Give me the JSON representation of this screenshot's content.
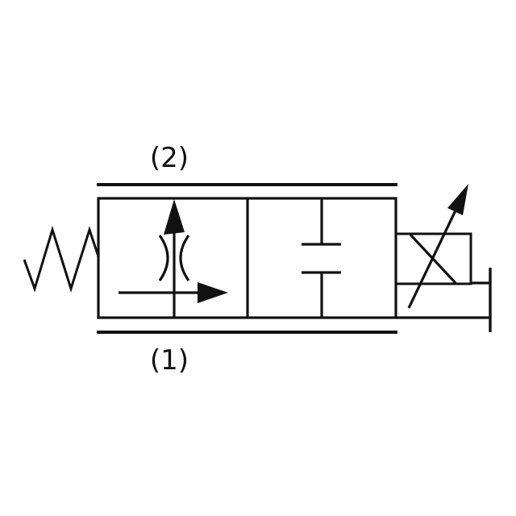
{
  "colors": {
    "line": "#111111",
    "background": "#ffffff"
  },
  "diagram": {
    "port_top_label": "(2)",
    "port_bottom_label": "(1)",
    "components": [
      "return-spring",
      "valve-body",
      "metered-flow-position",
      "variable-orifice",
      "blocked-position",
      "proportional-solenoid",
      "solenoid-linkage",
      "port-2-rail",
      "port-1-rail"
    ]
  }
}
